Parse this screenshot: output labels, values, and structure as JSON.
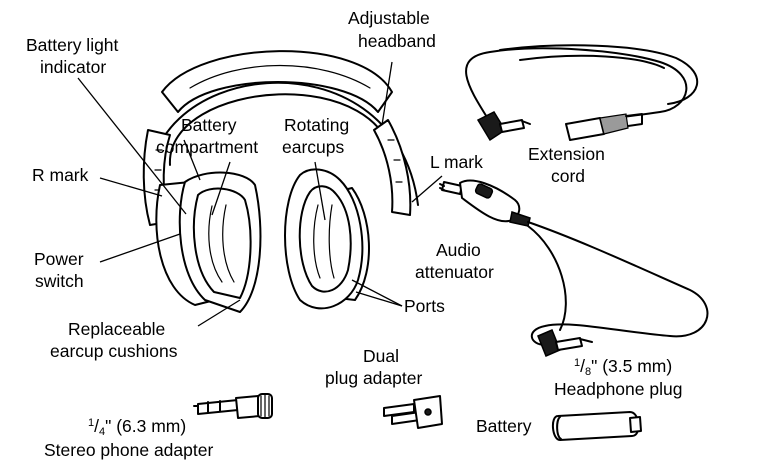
{
  "labels": {
    "adjustable_headband_1": "Adjustable",
    "adjustable_headband_2": "headband",
    "battery_light_1": "Battery light",
    "battery_light_2": "indicator",
    "battery_compartment_1": "Battery",
    "battery_compartment_2": "compartment",
    "rotating_earcups_1": "Rotating",
    "rotating_earcups_2": "earcups",
    "r_mark": "R mark",
    "l_mark": "L mark",
    "extension_cord_1": "Extension",
    "extension_cord_2": "cord",
    "power_switch_1": "Power",
    "power_switch_2": "switch",
    "audio_attenuator_1": "Audio",
    "audio_attenuator_2": "attenuator",
    "ports": "Ports",
    "replaceable_cushions_1": "Replaceable",
    "replaceable_cushions_2": "earcup cushions",
    "dual_plug_1": "Dual",
    "dual_plug_2": "plug adapter",
    "headphone_plug_num": "1",
    "headphone_plug_den": "8",
    "headphone_plug_size": "\" (3.5 mm)",
    "headphone_plug_name": "Headphone  plug",
    "stereo_adapter_num": "1",
    "stereo_adapter_den": "4",
    "stereo_adapter_size": "\" (6.3 mm)",
    "stereo_adapter_name": "Stereo phone adapter",
    "battery": "Battery"
  }
}
